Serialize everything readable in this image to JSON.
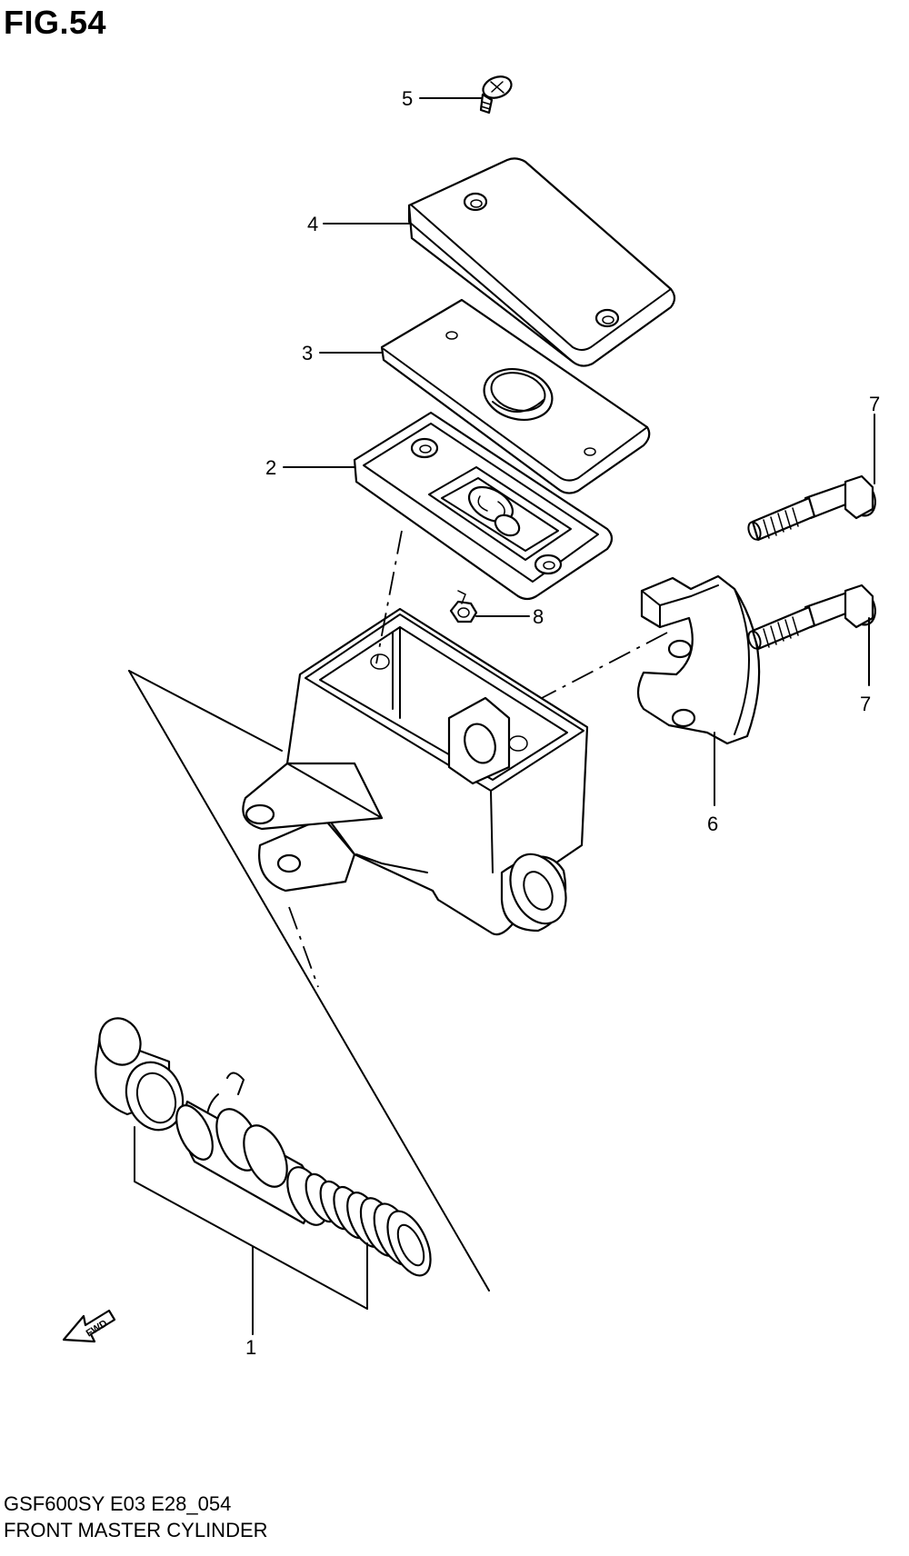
{
  "figure": {
    "title": "FIG.54"
  },
  "callouts": [
    {
      "id": "1",
      "label": "1"
    },
    {
      "id": "2",
      "label": "2"
    },
    {
      "id": "3",
      "label": "3"
    },
    {
      "id": "4",
      "label": "4"
    },
    {
      "id": "5",
      "label": "5"
    },
    {
      "id": "6",
      "label": "6"
    },
    {
      "id": "7a",
      "label": "7"
    },
    {
      "id": "7b",
      "label": "7"
    },
    {
      "id": "8",
      "label": "8"
    }
  ],
  "fwd_marker": {
    "label": "FWD"
  },
  "footer": {
    "model_code": "GSF600SY E03 E28_054",
    "caption": "FRONT MASTER CYLINDER"
  }
}
